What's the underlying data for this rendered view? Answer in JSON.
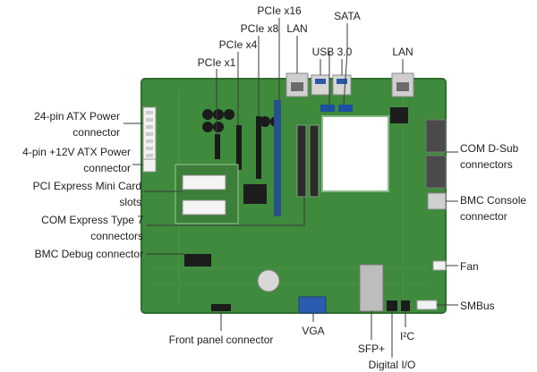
{
  "labels": {
    "pcie_x16": "PCIe x16",
    "pcie_x8": "PCIe x8",
    "pcie_x4": "PCIe x4",
    "pcie_x1": "PCIe x1",
    "lan_top": "LAN",
    "sata": "SATA",
    "usb30": "USB 3.0",
    "lan_right": "LAN",
    "atx24_1": "24-pin ATX Power",
    "atx24_2": "connector",
    "atx4_1": "4-pin +12V ATX Power",
    "atx4_2": "connector",
    "minicard_1": "PCI Express Mini Card",
    "minicard_2": "slots",
    "comexp_1": "COM Express Type 7",
    "comexp_2": "connectors",
    "bmc_debug": "BMC Debug connector",
    "com_dsub_1": "COM D-Sub",
    "com_dsub_2": "connectors",
    "bmc_console_1": "BMC Console",
    "bmc_console_2": "connector",
    "fan": "Fan",
    "smbus": "SMBus",
    "front_panel": "Front panel connector",
    "vga": "VGA",
    "sfp": "SFP+",
    "i2c": "I²C",
    "digital_io": "Digital I/O"
  },
  "colors": {
    "pcb": "#3f8a3c",
    "pcb_dark": "#2f6e2d",
    "leader": "#3a3a3a",
    "slot_black": "#1a1a1a",
    "slot_blue": "#27508f",
    "silver": "#c8c8c8"
  }
}
